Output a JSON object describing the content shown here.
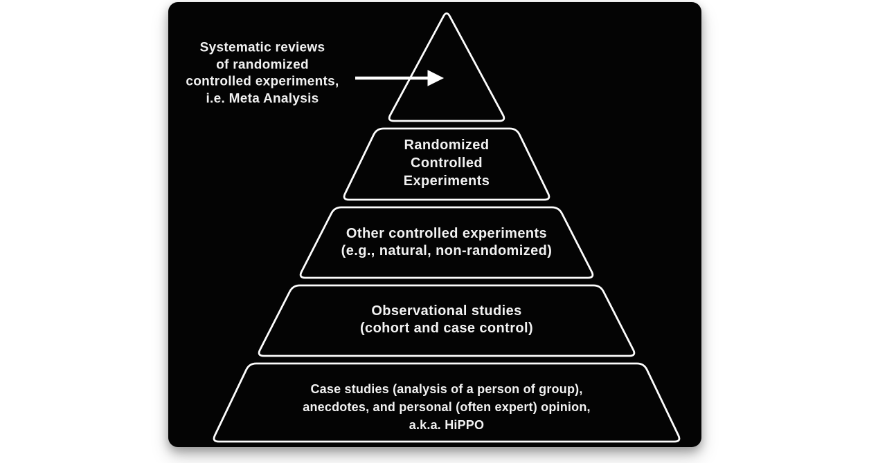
{
  "diagram": {
    "title_semantic": "hierarchy-of-evidence-pyramid",
    "annotation": {
      "lines": [
        "Systematic reviews",
        "of randomized",
        "controlled experiments,",
        "i.e. Meta Analysis"
      ]
    },
    "levels": [
      {
        "id": "meta-analysis-apex",
        "lines": []
      },
      {
        "id": "randomized-controlled-experiments",
        "lines": [
          "Randomized",
          "Controlled",
          "Experiments"
        ]
      },
      {
        "id": "other-controlled-experiments",
        "lines": [
          "Other controlled experiments",
          "(e.g., natural, non-randomized)"
        ]
      },
      {
        "id": "observational-studies",
        "lines": [
          "Observational studies",
          "(cohort and case control)"
        ]
      },
      {
        "id": "case-studies-anecdotes-hippo",
        "lines": [
          "Case studies (analysis of a person of group),",
          "anecdotes, and personal (often expert) opinion,",
          "a.k.a. HiPPO"
        ]
      }
    ],
    "colors": {
      "page_bg": "#ffffff",
      "panel_bg": "#040404",
      "outline": "#fdfdfd",
      "text": "#f2f2f2"
    }
  }
}
